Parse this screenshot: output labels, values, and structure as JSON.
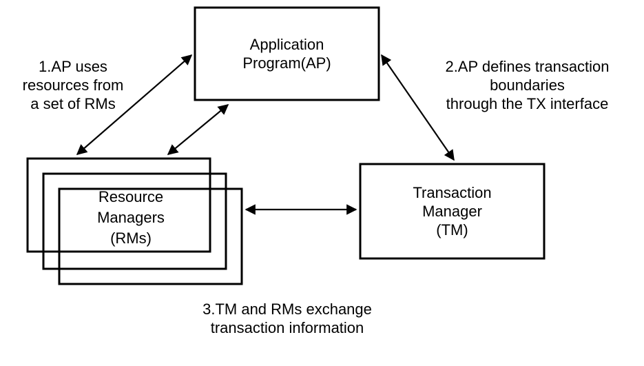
{
  "diagram": {
    "nodes": {
      "application_program": {
        "label": "Application\nProgram(AP)"
      },
      "resource_managers": {
        "label": "Resource\nManagers\n(RMs)"
      },
      "transaction_manager": {
        "label": "Transaction\nManager\n(TM)"
      }
    },
    "annotations": {
      "ap_rm": {
        "label": "1.AP uses\nresources from\na set of RMs"
      },
      "ap_tm": {
        "label": "2.AP defines transaction\nboundaries\nthrough the TX interface"
      },
      "tm_rm": {
        "label": "3.TM and RMs exchange\ntransaction information"
      }
    },
    "colors": {
      "background": "#ffffff",
      "line": "#000000",
      "text": "#000000"
    }
  }
}
